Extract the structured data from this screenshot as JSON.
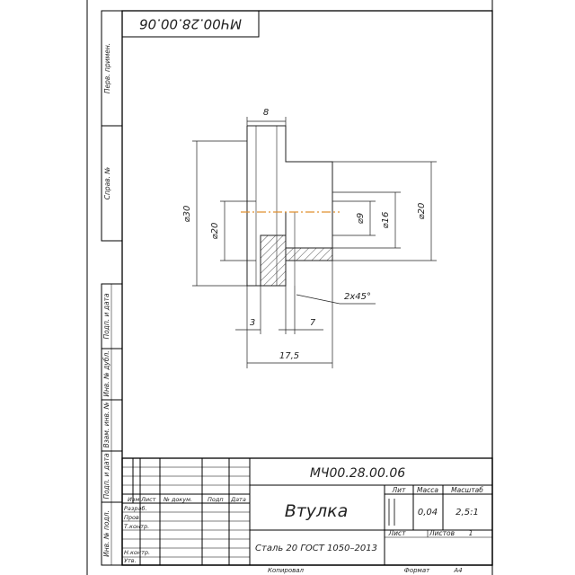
{
  "drawing": {
    "code": "МЧ00.28.00.06",
    "code_rotated": "МЧ00.28.00.06",
    "part_name": "Втулка",
    "material": "Сталь 20 ГОСТ 1050–2013",
    "mass": "0,04",
    "scale": "2,5:1",
    "sheets_label": "Листов",
    "sheets_count": "1",
    "sheet_label": "Лист",
    "lit_label": "Лит",
    "mass_label": "Масса",
    "scale_label": "Масштаб",
    "copied_label": "Копировал",
    "format_label": "Формат",
    "format_value": "А4"
  },
  "title_block": {
    "headers": [
      "Изм",
      "Лист",
      "№ докум.",
      "Подп",
      "Дата"
    ],
    "roles": [
      "Разраб.",
      "Пров.",
      "Т.контр.",
      "Н.контр.",
      "Утв."
    ]
  },
  "side_stamps": {
    "top": [
      "Перв. примен.",
      "Справ. №"
    ],
    "bottom": [
      "Подп. и дата",
      "Инв. № дубл.",
      "Взам. инв. №",
      "Подп. и дата",
      "Инв. № подл."
    ]
  },
  "dimensions": {
    "width_top": "8",
    "d30": "⌀30",
    "d20_inner": "⌀20",
    "d9": "⌀9",
    "d16": "⌀16",
    "d20_right": "⌀20",
    "chamfer": "2х45°",
    "len3": "3",
    "len7": "7",
    "len17_5": "17,5"
  },
  "colors": {
    "line": "#222222",
    "frame": "#000000",
    "axis": "#e09030"
  }
}
